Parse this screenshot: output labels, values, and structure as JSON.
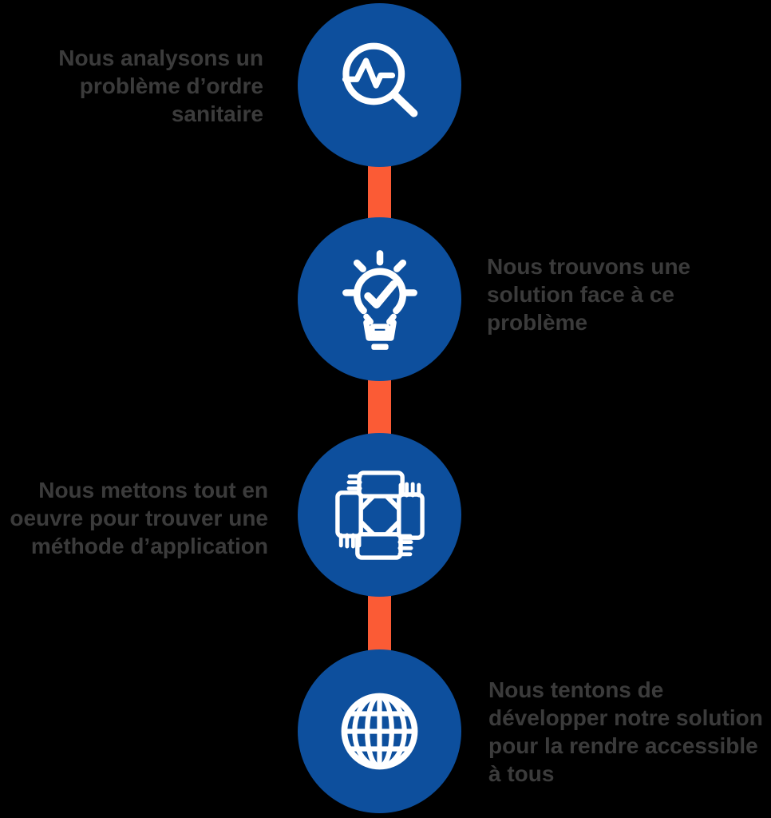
{
  "colors": {
    "background": "#000000",
    "circle_blue": "#0D4F9D",
    "connector_orange": "#FB5B35",
    "label_gray": "#3B3B3B",
    "icon_white": "#FFFFFF"
  },
  "steps": [
    {
      "icon": "magnifier-pulse-icon",
      "side": "left",
      "lines": [
        "Nous analysons un",
        "problème d’ordre",
        "sanitaire"
      ]
    },
    {
      "icon": "lightbulb-check-icon",
      "side": "right",
      "lines": [
        "Nous trouvons une",
        "solution face à ce",
        "problème"
      ]
    },
    {
      "icon": "four-hands-icon",
      "side": "left",
      "lines": [
        "Nous mettons tout en",
        "oeuvre pour trouver une",
        "méthode d’application"
      ]
    },
    {
      "icon": "globe-icon",
      "side": "right",
      "lines": [
        "Nous tentons de",
        "développer notre solution",
        "pour la rendre accessible",
        "à tous"
      ]
    }
  ]
}
